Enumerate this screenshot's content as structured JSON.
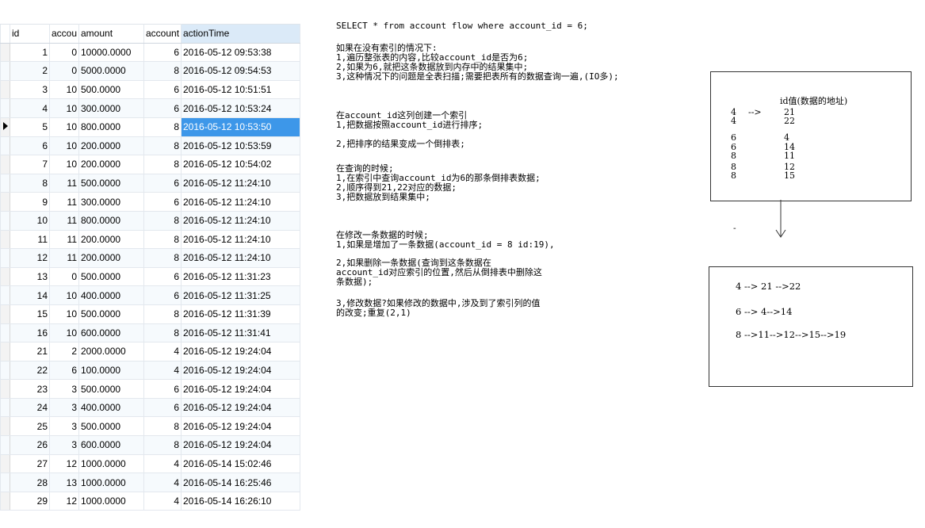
{
  "table": {
    "columns": [
      "id",
      "accou",
      "amount",
      "account",
      "actionTime"
    ],
    "rows": [
      [
        "1",
        "0",
        "10000.0000",
        "6",
        "2016-05-12 09:53:38"
      ],
      [
        "2",
        "0",
        "5000.0000",
        "8",
        "2016-05-12 09:54:53"
      ],
      [
        "3",
        "10",
        "500.0000",
        "6",
        "2016-05-12 10:51:51"
      ],
      [
        "4",
        "10",
        "300.0000",
        "6",
        "2016-05-12 10:53:24"
      ],
      [
        "5",
        "10",
        "800.0000",
        "8",
        "2016-05-12 10:53:50"
      ],
      [
        "6",
        "10",
        "200.0000",
        "8",
        "2016-05-12 10:53:59"
      ],
      [
        "7",
        "10",
        "200.0000",
        "8",
        "2016-05-12 10:54:02"
      ],
      [
        "8",
        "11",
        "500.0000",
        "6",
        "2016-05-12 11:24:10"
      ],
      [
        "9",
        "11",
        "300.0000",
        "6",
        "2016-05-12 11:24:10"
      ],
      [
        "10",
        "11",
        "800.0000",
        "8",
        "2016-05-12 11:24:10"
      ],
      [
        "11",
        "11",
        "200.0000",
        "8",
        "2016-05-12 11:24:10"
      ],
      [
        "12",
        "11",
        "200.0000",
        "8",
        "2016-05-12 11:24:10"
      ],
      [
        "13",
        "0",
        "500.0000",
        "6",
        "2016-05-12 11:31:23"
      ],
      [
        "14",
        "10",
        "400.0000",
        "6",
        "2016-05-12 11:31:25"
      ],
      [
        "15",
        "10",
        "500.0000",
        "8",
        "2016-05-12 11:31:39"
      ],
      [
        "16",
        "10",
        "600.0000",
        "8",
        "2016-05-12 11:31:41"
      ],
      [
        "21",
        "2",
        "2000.0000",
        "4",
        "2016-05-12 19:24:04"
      ],
      [
        "22",
        "6",
        "100.0000",
        "4",
        "2016-05-12 19:24:04"
      ],
      [
        "23",
        "3",
        "500.0000",
        "6",
        "2016-05-12 19:24:04"
      ],
      [
        "24",
        "3",
        "400.0000",
        "6",
        "2016-05-12 19:24:04"
      ],
      [
        "25",
        "3",
        "500.0000",
        "8",
        "2016-05-12 19:24:04"
      ],
      [
        "26",
        "3",
        "600.0000",
        "8",
        "2016-05-12 19:24:04"
      ],
      [
        "27",
        "12",
        "1000.0000",
        "4",
        "2016-05-14 15:02:46"
      ],
      [
        "28",
        "13",
        "1000.0000",
        "4",
        "2016-05-14 16:25:46"
      ],
      [
        "29",
        "12",
        "1000.0000",
        "4",
        "2016-05-14 16:26:10"
      ]
    ],
    "selected_row": 4,
    "selected_col": 4,
    "highlight_color": "#3d97e9"
  },
  "notes": {
    "sql": "SELECT * from account flow where account_id = 6;",
    "no_index": [
      "如果在没有索引的情况下:",
      "1,遍历整张表的内容,比较account_id是否为6;",
      "2,如果为6,就把这条数据放到内存中的结果集中;",
      "3,这种情况下的问题是全表扫描;需要把表所有的数据查询一遍,(IO多);"
    ],
    "create_index": [
      "在account_id这列创建一个索引",
      "1,把数据按照account_id进行排序;"
    ],
    "inverted": "2,把排序的结果变成一个倒排表;",
    "query": [
      "在查询的时候;",
      "1,在索引中查询account_id为6的那条倒排表数据;",
      "2,顺序得到21,22对应的数据;",
      "3,把数据放到结果集中;"
    ],
    "modify": [
      "在修改一条数据的时候;",
      "1,如果是增加了一条数据(account_id = 8 id:19),"
    ],
    "delete": [
      "2,如果删除一条数据(查询到这条数据在",
      "account_id对应索引的位置,然后从倒排表中删除这",
      "条数据);"
    ],
    "update": [
      "3,修改数据?如果修改的数据中,涉及到了索引列的值",
      "的改变;重复(2,1)"
    ]
  },
  "diagram": {
    "box1_title": "id值(数据的地址)",
    "box1_rows": [
      {
        "key": "4",
        "arrow": "-->",
        "val": "21"
      },
      {
        "key": "4",
        "arrow": "",
        "val": "22"
      },
      {
        "key": "6",
        "arrow": "",
        "val": "4"
      },
      {
        "key": "6",
        "arrow": "",
        "val": "14"
      },
      {
        "key": "8",
        "arrow": "",
        "val": "11"
      },
      {
        "key": "8",
        "arrow": "",
        "val": "12"
      },
      {
        "key": "8",
        "arrow": "",
        "val": "15"
      }
    ],
    "dot": "-",
    "box2_lines": [
      "4 --> 21 -->22",
      "6 --> 4-->14",
      "8 -->11-->12-->15-->19"
    ]
  }
}
